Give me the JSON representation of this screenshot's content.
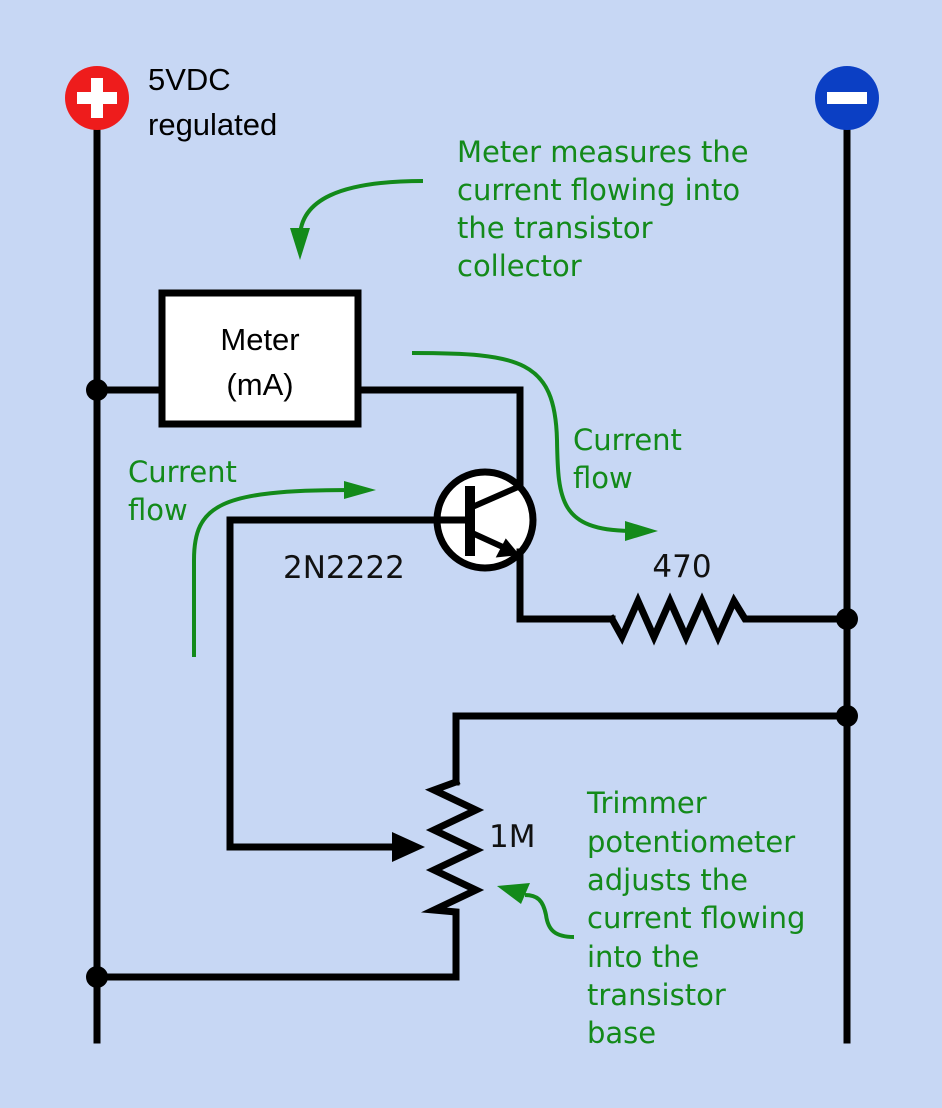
{
  "colors": {
    "background": "#c7d7f4",
    "positive_terminal": "#ee1c1c",
    "negative_terminal": "#0b3fc4",
    "annotation": "#138a1a",
    "wire": "#000000"
  },
  "terminals": {
    "positive": {
      "symbol": "+",
      "label_line1": "5VDC",
      "label_line2": "regulated"
    },
    "negative": {
      "symbol": "−"
    }
  },
  "components": {
    "meter": {
      "line1": "Meter",
      "line2": "(mA)"
    },
    "transistor": {
      "label": "2N2222",
      "type": "NPN"
    },
    "resistor": {
      "label": "470"
    },
    "potentiometer": {
      "label": "1M"
    }
  },
  "annotations": {
    "meter_note": [
      "Meter measures the",
      "current flowing into",
      "the transistor",
      "collector"
    ],
    "collector_flow": [
      "Current",
      "flow"
    ],
    "base_flow": [
      "Current",
      "flow"
    ],
    "pot_note": [
      "Trimmer",
      "potentiometer",
      "adjusts the",
      "current flowing",
      "into the",
      "transistor",
      "base"
    ]
  }
}
